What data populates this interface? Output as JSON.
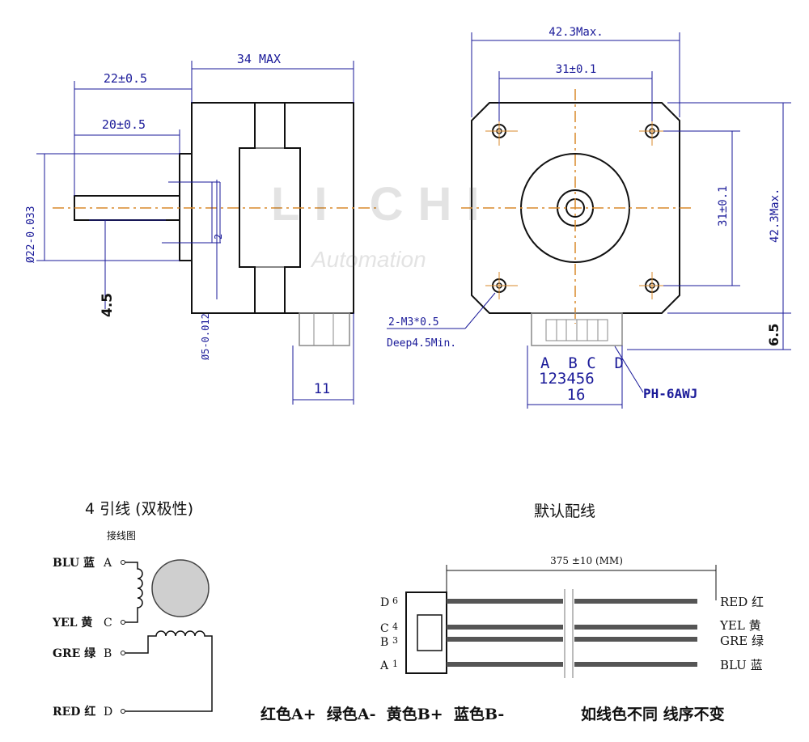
{
  "side_view": {
    "dim_length": "34 MAX",
    "dim_shaft_total": "22±0.5",
    "dim_shaft_flat": "20±0.5",
    "dim_boss_dia": "Ø22-0.033",
    "dim_flat": "4.5",
    "dim_flat_len": "2",
    "dim_shaft_dia": "Ø5-0.012",
    "dim_connector": "11"
  },
  "front_view": {
    "dim_width": "42.3Max.",
    "dim_hole_spacing_h": "31±0.1",
    "dim_hole_spacing_v": "31±0.1",
    "dim_height": "42.3Max.",
    "dim_connector_offset": "6.5",
    "screw_spec": "2-M3*0.5",
    "screw_depth": "Deep4.5Min.",
    "pin_letters": "A  B C  D",
    "pin_numbers": "123456",
    "connector_width": "16",
    "connector_part": "PH-6AWJ"
  },
  "watermark": {
    "brand": "LI CHI",
    "sub": "Automation"
  },
  "wiring_diagram": {
    "title": "4 引线 (双极性)",
    "subtitle": "接线图",
    "leads": [
      {
        "label": "BLU 蓝",
        "terminal": "A"
      },
      {
        "label": "YEL 黄",
        "terminal": "C"
      },
      {
        "label": "GRE 绿",
        "terminal": "B"
      },
      {
        "label": "RED 红",
        "terminal": "D"
      }
    ]
  },
  "default_wiring": {
    "title": "默认配线",
    "length": "375 ±10 (MM)",
    "pins": [
      {
        "letter": "D",
        "num": "6",
        "wire": "RED 红"
      },
      {
        "letter": "C",
        "num": "4",
        "wire": "YEL 黄"
      },
      {
        "letter": "B",
        "num": "3",
        "wire": "GRE 绿"
      },
      {
        "letter": "A",
        "num": "1",
        "wire": "BLU 蓝"
      }
    ]
  },
  "footer": {
    "colors": "红色A+  绿色A-  黄色B+  蓝色B-",
    "note": "如线色不同 线序不变"
  },
  "colors": {
    "dimension": "#1a1a99",
    "centerline": "#d98a2b",
    "outline": "#111111"
  }
}
